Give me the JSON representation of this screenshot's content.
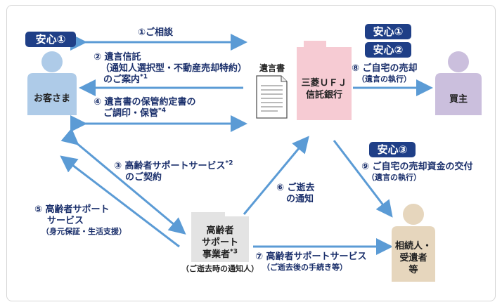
{
  "badges": {
    "customer": "安心①",
    "buyer_1": "安心①",
    "buyer_2": "安心②",
    "heir": "安心③"
  },
  "nodes": {
    "customer": "お客さま",
    "buyer": "買主",
    "heir": [
      "相続人・",
      "受遺者",
      "等"
    ],
    "bank": [
      "三菱ＵＦＪ",
      "信託銀行"
    ],
    "support_business": [
      "高齢者",
      "サポート",
      "事業者"
    ],
    "support_business_sup": "*3",
    "support_business_note": "（ご逝去時の通知人）",
    "will_document": "遺言書"
  },
  "labels": {
    "l1": "①ご相談",
    "l2_1": "② 遺言信託",
    "l2_2": "（通知人選択型・不動産売却特約）",
    "l2_3": "のご案内",
    "l2_sup": "*1",
    "l3_1": "③ 高齢者サポートサービス",
    "l3_sup": "*2",
    "l3_2": "のご契約",
    "l4_1": "④ 遺言書の保管約定書の",
    "l4_2": "ご調印・保管",
    "l4_sup": "*4",
    "l5_1": "⑤ 高齢者サポート",
    "l5_2": "サービス",
    "l5_3": "（身元保証・生活支援）",
    "l6_1": "⑥ ご逝去",
    "l6_2": "の通知",
    "l7_1": "⑦ 高齢者サポートサービス",
    "l7_2": "（ご逝去後の手続き等）",
    "l8_1": "⑧ ご自宅の売却",
    "l8_2": "（遺言の執行）",
    "l9_1": "⑨ ご自宅の売却資金の交付",
    "l9_2": "（遺言の執行）"
  },
  "colors": {
    "arrow": "#5b9bd5",
    "badge": "#1f3f87",
    "label": "#1a2f6b",
    "customer": "#aecbe8",
    "buyer": "#cbbfdd",
    "heir": "#e6d6bd",
    "bank": "#f6cbd3",
    "support_business": "#e3e3e3"
  }
}
